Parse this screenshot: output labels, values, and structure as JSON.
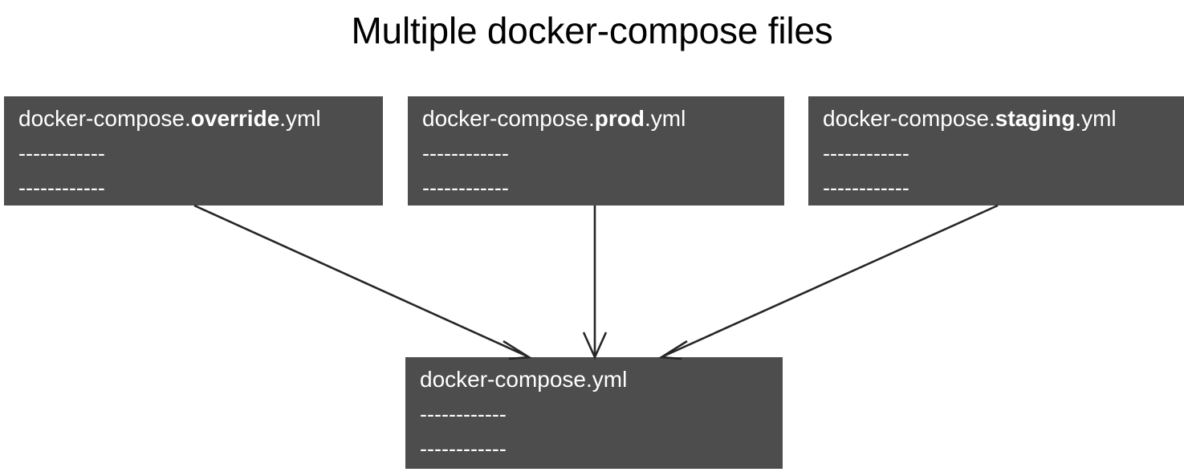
{
  "title": "Multiple docker-compose files",
  "cards": [
    {
      "id": "override",
      "prefix": "docker-compose.",
      "variant": "override",
      "suffix": ".yml",
      "full_name": "docker-compose.override.yml",
      "dash_line_1": "------------",
      "dash_line_2": "------------"
    },
    {
      "id": "prod",
      "prefix": "docker-compose.",
      "variant": "prod",
      "suffix": ".yml",
      "full_name": "docker-compose.prod.yml",
      "dash_line_1": "------------",
      "dash_line_2": "------------"
    },
    {
      "id": "staging",
      "prefix": "docker-compose.",
      "variant": "staging",
      "suffix": ".yml",
      "full_name": "docker-compose.staging.yml",
      "dash_line_1": "------------",
      "dash_line_2": "------------"
    },
    {
      "id": "base",
      "prefix": "docker-compose.yml",
      "variant": "",
      "suffix": "",
      "full_name": "docker-compose.yml",
      "dash_line_1": "------------",
      "dash_line_2": "------------"
    }
  ],
  "arrows": [
    {
      "id": "override-to-base",
      "from": "docker-compose.override.yml",
      "to": "docker-compose.yml"
    },
    {
      "id": "prod-to-base",
      "from": "docker-compose.prod.yml",
      "to": "docker-compose.yml"
    },
    {
      "id": "staging-to-base",
      "from": "docker-compose.staging.yml",
      "to": "docker-compose.yml"
    }
  ],
  "colors": {
    "background": "#ffffff",
    "card_fill": "#4d4d4d",
    "card_text": "#ffffff",
    "title_text": "#000000",
    "arrow": "#262626"
  }
}
